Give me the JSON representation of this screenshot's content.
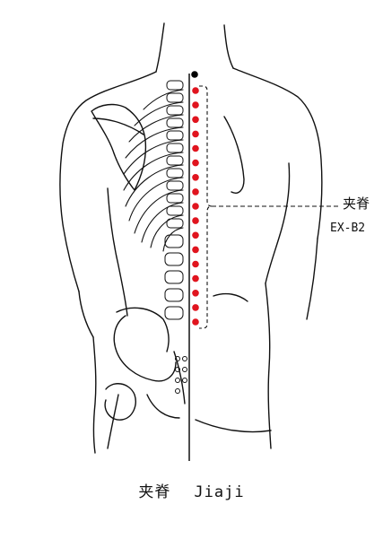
{
  "label": {
    "name_cn": "夹脊",
    "code": "EX-B2"
  },
  "caption": {
    "name_cn": "夹脊",
    "name_pinyin": "Jiaji"
  },
  "points": {
    "count": 17,
    "color": "#e0141e",
    "reference_color": "#000000"
  },
  "line_color": "#111111"
}
